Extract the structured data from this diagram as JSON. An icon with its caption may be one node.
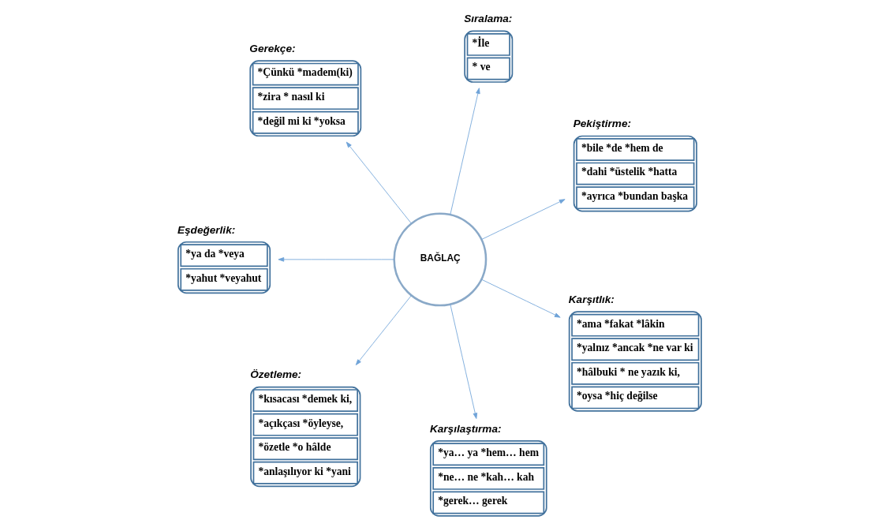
{
  "diagram": {
    "nodes": [
      {
        "text": [
          "Pekiştirme:",
          "*bile *de *hem de",
          "*dahi *üstelik *hatta",
          "*ayrıca *bundan başka"
        ]
      },
      {
        "text": [
          "Sıralama:",
          "*İle",
          "* ve"
        ]
      },
      {
        "text": [
          "Gerekçe:",
          "*Çünkü *madem(ki)",
          "*zira * nasıl ki",
          "*değil mi ki *yoksa"
        ]
      },
      {
        "text": [
          "Eşdeğerlik:",
          "*ya da *veya",
          "*yahut *veyahut"
        ]
      },
      {
        "text": [
          "BAĞLAÇ"
        ]
      },
      {
        "text": [
          "Özetleme:",
          "*kısacası *demek ki,",
          "*açıkçası *öyleyse,",
          "*özetle *o hâlde",
          "*anlaşılıyor ki *yani"
        ]
      },
      {
        "text": [
          "Karşılaştırma:",
          "*ya… ya *hem… hem",
          "*ne… ne *kah… kah",
          "*gerek… gerek"
        ]
      },
      {
        "text": [
          "Karşıtlık:",
          "*ama *fakat *lâkin",
          "*yalnız *ancak *ne var ki",
          "*hâlbuki * ne yazık ki,",
          "*oysa *hiç değilse"
        ]
      }
    ],
    "edges": [
      {
        "from": 4,
        "to": 0,
        "arrow": "to"
      },
      {
        "from": 4,
        "to": 1,
        "arrow": "to"
      },
      {
        "from": 4,
        "to": 2,
        "arrow": "to"
      },
      {
        "from": 4,
        "to": 3,
        "arrow": "to"
      },
      {
        "from": 4,
        "to": 5,
        "arrow": "to"
      },
      {
        "from": 4,
        "to": 6,
        "arrow": "to"
      },
      {
        "from": 4,
        "to": 7,
        "arrow": "to"
      }
    ]
  }
}
